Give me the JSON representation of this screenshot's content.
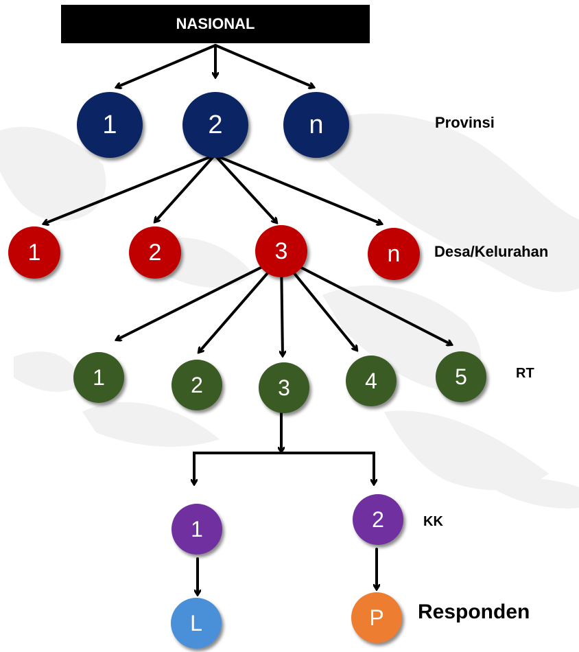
{
  "root": {
    "label": "NASIONAL"
  },
  "colors": {
    "provinsi": "#0b2463",
    "desa": "#c00000",
    "rt": "#3b5b24",
    "kk": "#7030a0",
    "laki": "#4a90d9",
    "perempuan": "#ed7d31"
  },
  "levels": {
    "provinsi": {
      "label": "Provinsi",
      "nodes": [
        "1",
        "2",
        "n"
      ]
    },
    "desa": {
      "label": "Desa/Kelurahan",
      "nodes": [
        "1",
        "2",
        "3",
        "n"
      ]
    },
    "rt": {
      "label": "RT",
      "nodes": [
        "1",
        "2",
        "3",
        "4",
        "5"
      ]
    },
    "kk": {
      "label": "KK",
      "nodes": [
        "1",
        "2"
      ]
    },
    "responden": {
      "label": "Responden",
      "nodes": [
        "L",
        "P"
      ]
    }
  }
}
